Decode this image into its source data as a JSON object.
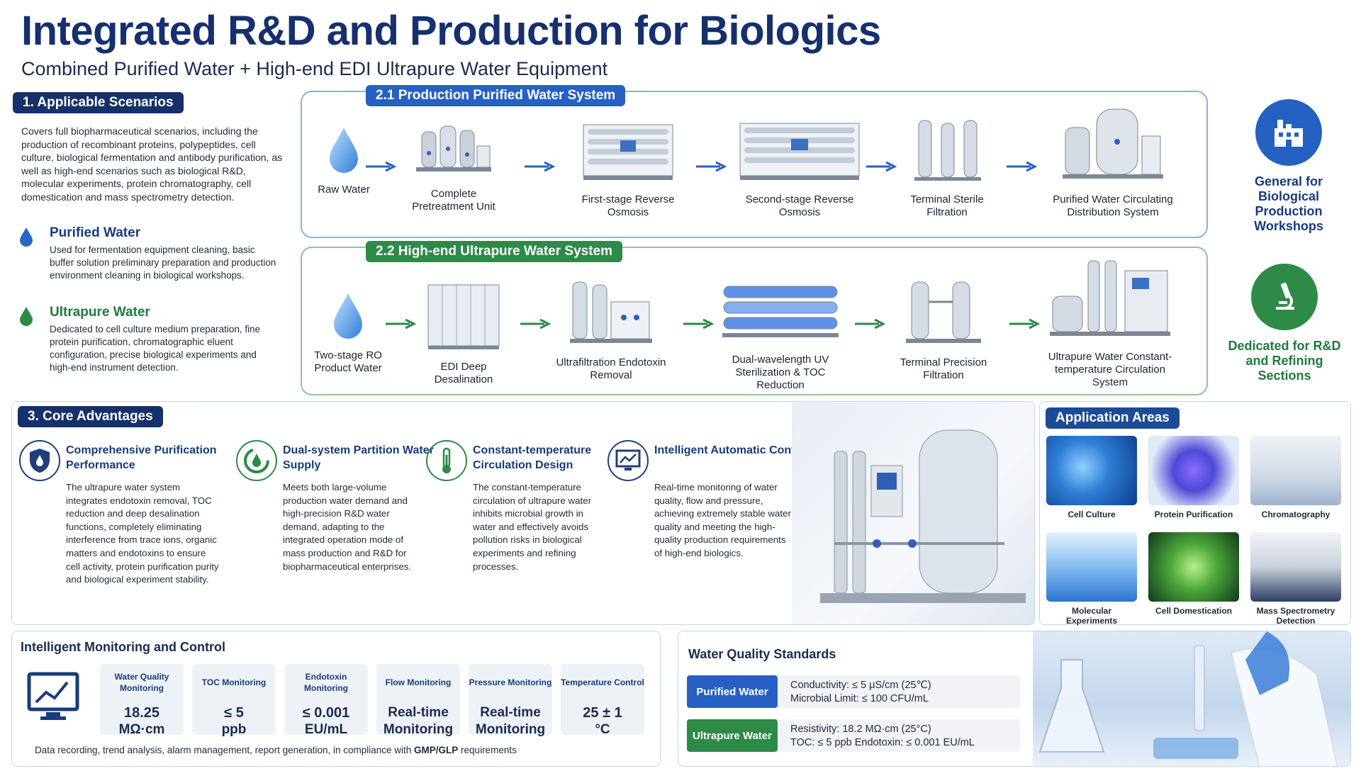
{
  "header": {
    "title": "Integrated R&D and Production for Biologics",
    "subtitle": "Combined Purified Water + High-end EDI Ultrapure Water Equipment"
  },
  "section1": {
    "heading": "1. Applicable Scenarios",
    "intro": "Covers full biopharmaceutical scenarios, including the production of recombinant proteins, polypeptides, cell culture, biological fermentation and antibody purification, as well as high-end scenarios such as biological R&D, molecular experiments, protein chromatography, cell domestication and mass spectrometry detection.",
    "purified": {
      "name": "Purified Water",
      "desc": "Used for fermentation equipment cleaning, basic buffer solution preliminary preparation and production environment cleaning in biological workshops."
    },
    "ultrapure": {
      "name": "Ultrapure Water",
      "desc": "Dedicated to cell culture medium preparation, fine protein purification, chromatographic eluent configuration, precise biological experiments and high-end instrument detection."
    }
  },
  "system1": {
    "heading": "2.1 Production Purified Water System",
    "stages": [
      "Raw Water",
      "Complete Pretreatment Unit",
      "First-stage Reverse Osmosis",
      "Second-stage Reverse Osmosis",
      "Terminal Sterile Filtration",
      "Purified Water Circulating Distribution System"
    ],
    "side_label": "General for Biological Production Workshops"
  },
  "system2": {
    "heading": "2.2 High-end Ultrapure Water System",
    "stages": [
      "Two-stage RO Product Water",
      "EDI Deep Desalination",
      "Ultrafiltration Endotoxin Removal",
      "Dual-wavelength UV Sterilization & TOC Reduction",
      "Terminal Precision Filtration",
      "Ultrapure Water Constant-temperature Circulation System"
    ],
    "side_label": "Dedicated for R&D and Refining Sections"
  },
  "section3": {
    "heading": "3. Core Advantages",
    "advantages": [
      {
        "title": "Comprehensive Purification Performance",
        "desc": "The ultrapure water system integrates endotoxin removal, TOC reduction and deep desalination functions, completely eliminating interference from trace ions, organic matters and endotoxins to ensure cell activity, protein purification purity and biological experiment stability."
      },
      {
        "title": "Dual-system Partition Water Supply",
        "desc": "Meets both large-volume production water demand and high-precision R&D water demand, adapting to the integrated operation mode of mass production and R&D for biopharmaceutical enterprises."
      },
      {
        "title": "Constant-temperature Circulation Design",
        "desc": "The constant-temperature circulation of ultrapure water inhibits microbial growth in water and effectively avoids pollution risks in biological experiments and refining processes."
      },
      {
        "title": "Intelligent Automatic Control",
        "desc": "Real-time monitoring of water quality, flow and pressure, achieving extremely stable water quality and meeting the high-quality production requirements of high-end biologics."
      }
    ]
  },
  "applications": {
    "heading": "Application Areas",
    "items": [
      "Cell Culture",
      "Protein Purification",
      "Chromatography",
      "Molecular Experiments",
      "Cell Domestication",
      "Mass Spectrometry Detection"
    ]
  },
  "monitoring": {
    "heading": "Intelligent Monitoring and Control",
    "cards": [
      {
        "label": "Water Quality Monitoring",
        "value": "18.25",
        "unit": "MΩ·cm"
      },
      {
        "label": "TOC Monitoring",
        "value": "≤ 5",
        "unit": "ppb"
      },
      {
        "label": "Endotoxin Monitoring",
        "value": "≤ 0.001",
        "unit": "EU/mL"
      },
      {
        "label": "Flow Monitoring",
        "value": "Real-time",
        "unit": "Monitoring"
      },
      {
        "label": "Pressure Monitoring",
        "value": "Real-time",
        "unit": "Monitoring"
      },
      {
        "label": "Temperature Control",
        "value": "25 ± 1",
        "unit": "°C"
      }
    ],
    "footer_prefix": "Data recording, trend analysis, alarm management, report generation, in compliance with ",
    "footer_bold": "GMP/GLP",
    "footer_suffix": " requirements"
  },
  "standards": {
    "heading": "Water Quality Standards",
    "rows": [
      {
        "tag": "Purified Water",
        "line1": "Conductivity:  ≤ 5 μS/cm (25℃)",
        "line2": "Microbial Limit:  ≤ 100 CFU/mL"
      },
      {
        "tag": "Ultrapure Water",
        "line1": "Resistivity:  18.2 MΩ·cm (25°C)",
        "line2": "TOC:  ≤ 5 ppb   Endotoxin:  ≤ 0.001 EU/mL"
      }
    ]
  },
  "colors": {
    "navy": "#16306a",
    "blue": "#2760c4",
    "green": "#2e8a47"
  }
}
